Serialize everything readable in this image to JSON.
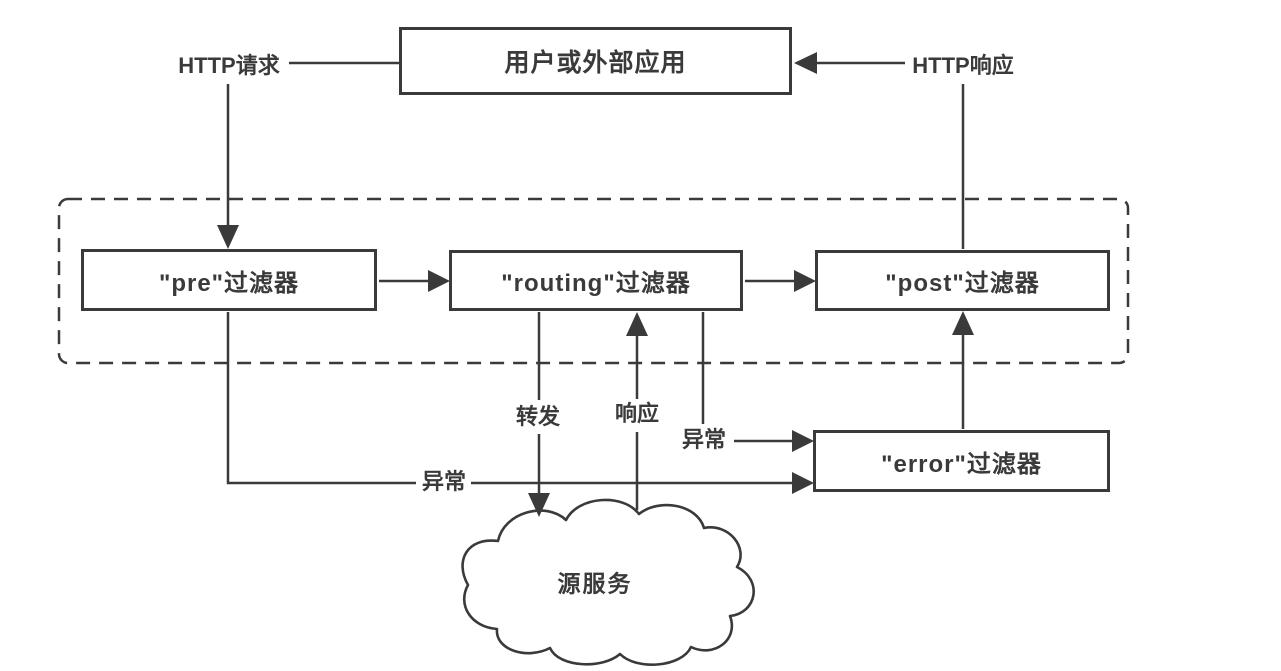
{
  "colors": {
    "stroke": "#3a3a3a",
    "background": "#ffffff"
  },
  "nodes": {
    "user_app": "用户或外部应用",
    "pre_filter": "\"pre\"过滤器",
    "routing_filter": "\"routing\"过滤器",
    "post_filter": "\"post\"过滤器",
    "error_filter": "\"error\"过滤器",
    "origin_service": "源服务"
  },
  "edge_labels": {
    "http_request": "HTTP请求",
    "http_response": "HTTP响应",
    "forward": "转发",
    "response": "响应",
    "exception_from_routing": "异常",
    "exception_from_pre": "异常"
  }
}
